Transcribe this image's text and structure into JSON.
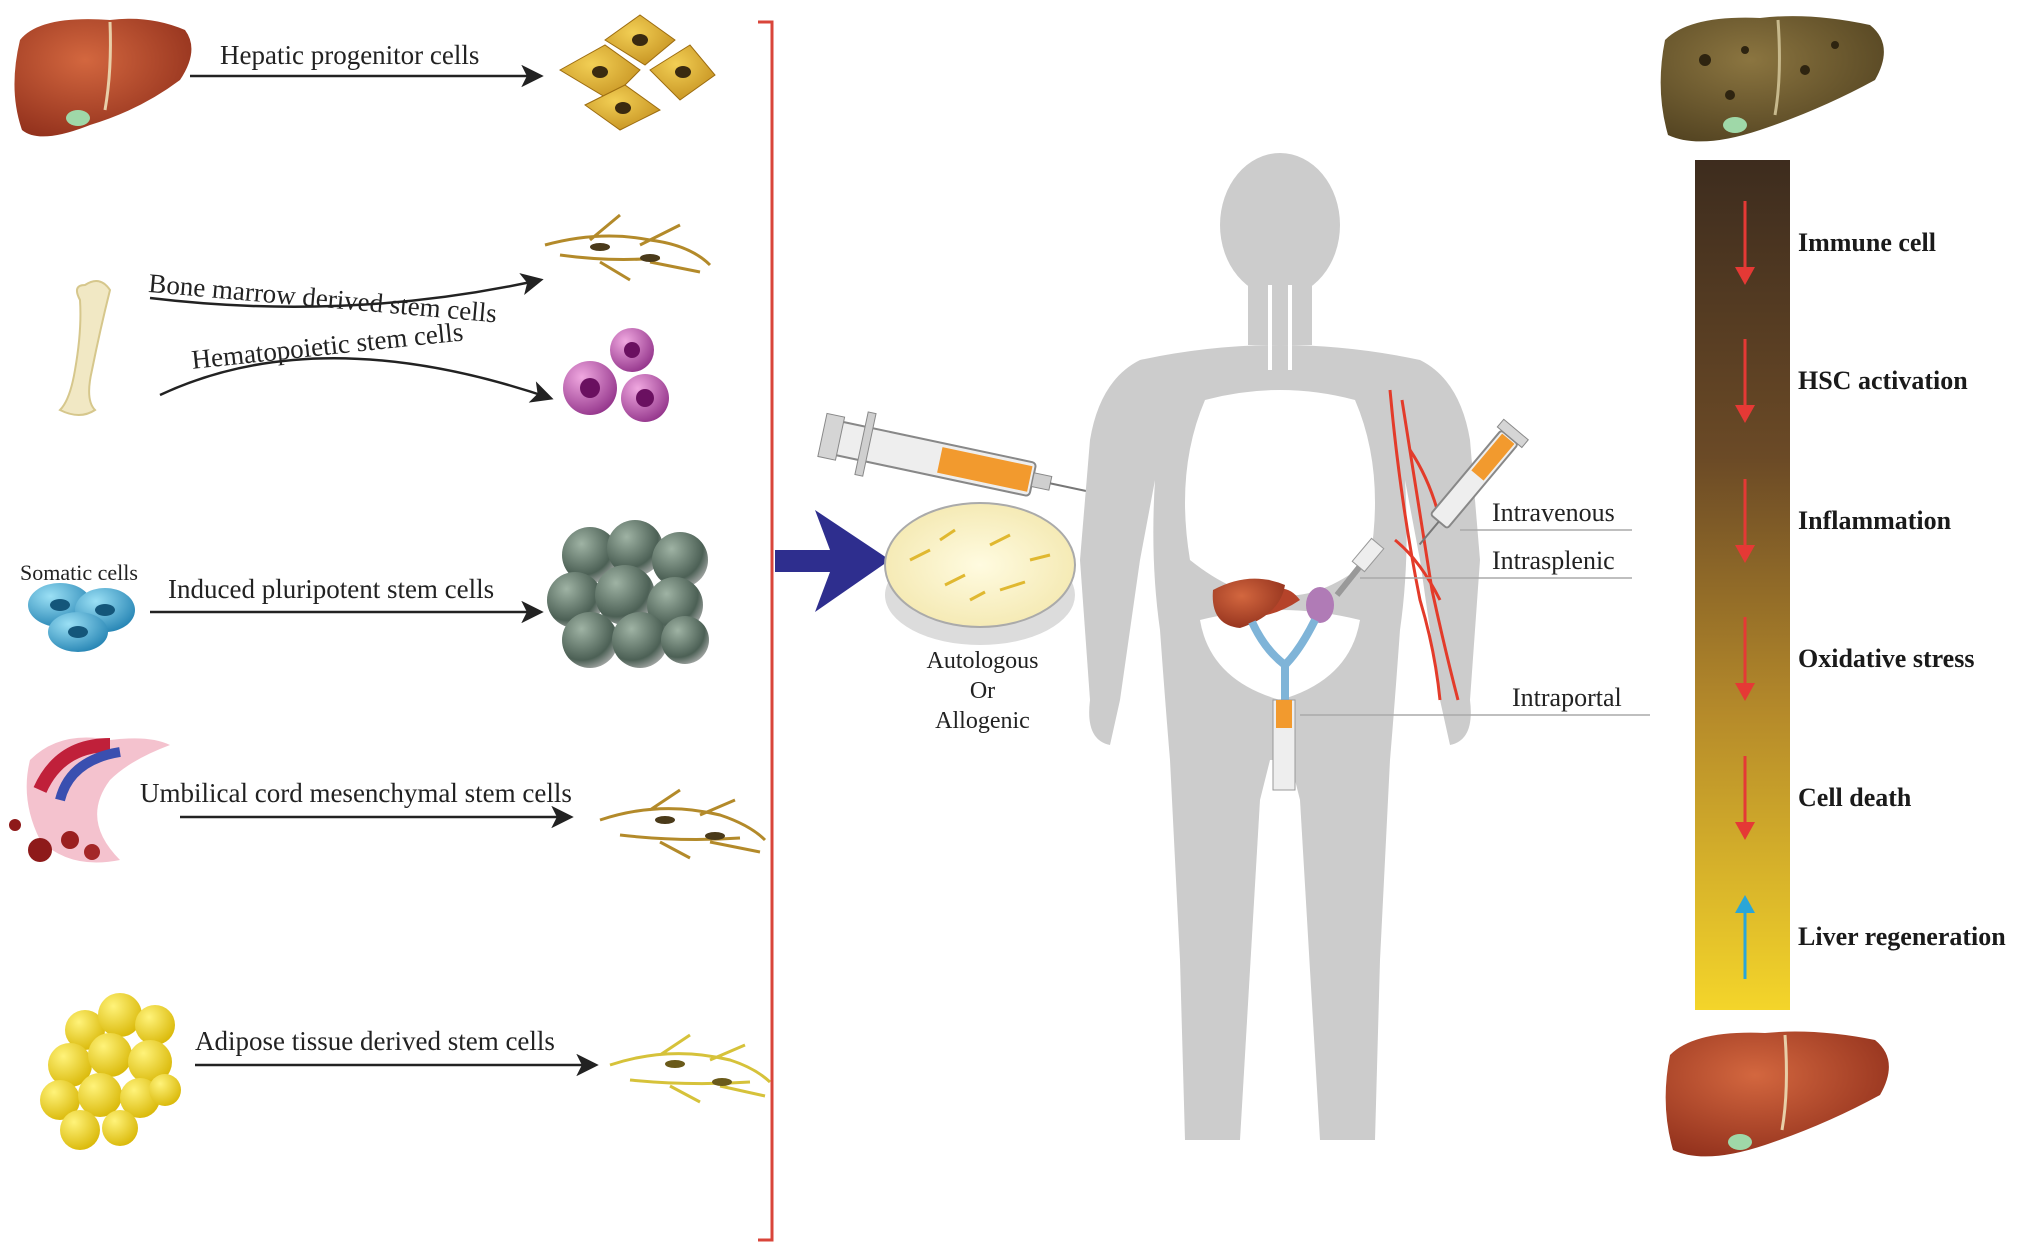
{
  "sources": {
    "hepatic": "Hepatic progenitor cells",
    "bone_marrow": "Bone marrow derived stem cells",
    "hematopoietic": "Hematopoietic stem cells",
    "somatic": "Somatic cells",
    "ipsc": "Induced pluripotent stem cells",
    "umbilical": "Umbilical cord mesenchymal stem cells",
    "adipose": "Adipose tissue derived stem cells"
  },
  "culture": {
    "line1": "Autologous",
    "line2": "Or",
    "line3": "Allogenic"
  },
  "routes": {
    "intravenous": "Intravenous",
    "intrasplenic": "Intrasplenic",
    "intraportal": "Intraportal"
  },
  "effects": [
    {
      "label": "Immune cell",
      "direction": "down"
    },
    {
      "label": "HSC activation",
      "direction": "down"
    },
    {
      "label": "Inflammation",
      "direction": "down"
    },
    {
      "label": "Oxidative stress",
      "direction": "down"
    },
    {
      "label": "Cell death",
      "direction": "down"
    },
    {
      "label": "Liver regeneration",
      "direction": "up"
    }
  ],
  "colors": {
    "bracket": "#d9453a",
    "big_arrow": "#2e2e8e",
    "body": "#cccccc",
    "down_arrow": "#e53935",
    "up_arrow": "#2aa6d8",
    "liver_healthy": "#b5432a",
    "liver_diseased": "#6e5a2e"
  }
}
